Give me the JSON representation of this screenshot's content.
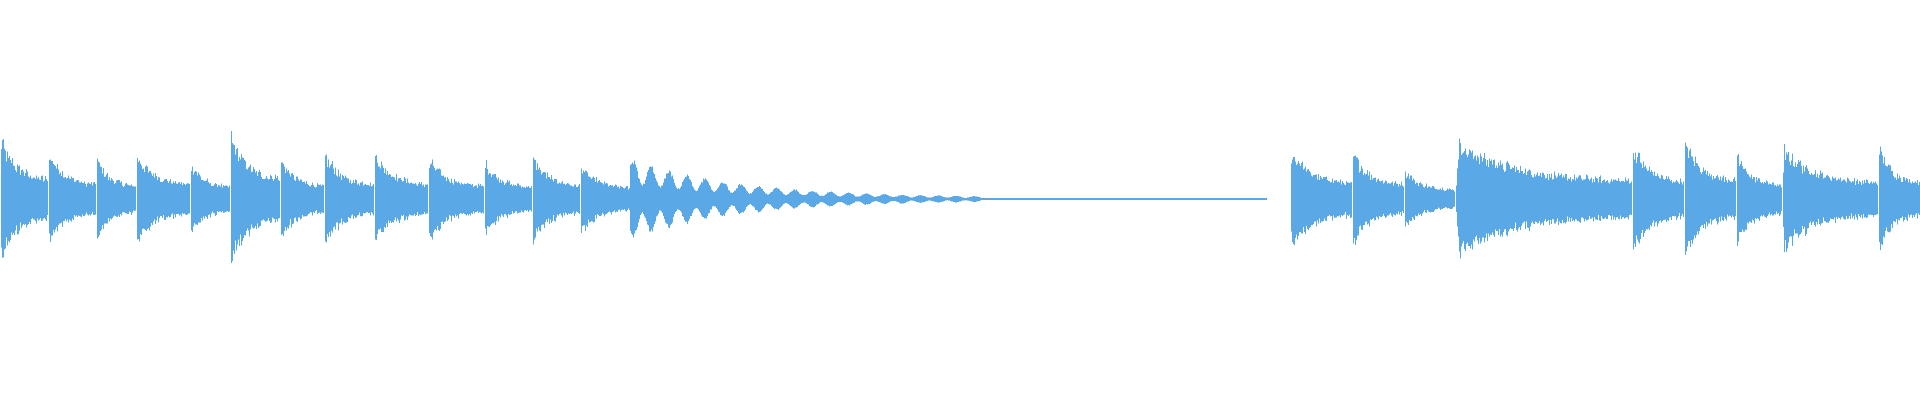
{
  "waveform": {
    "color": "#5aa9e6",
    "background": "#ffffff",
    "duration_ratio_note": "",
    "segments": [
      {
        "kind": "hit",
        "start": 0.0,
        "end": 0.025,
        "peak": 0.36,
        "decay": 0.6
      },
      {
        "kind": "hit",
        "start": 0.025,
        "end": 0.05,
        "peak": 0.27,
        "decay": 0.5
      },
      {
        "kind": "hit",
        "start": 0.05,
        "end": 0.071,
        "peak": 0.24,
        "decay": 0.6
      },
      {
        "kind": "hit",
        "start": 0.071,
        "end": 0.099,
        "peak": 0.27,
        "decay": 0.5
      },
      {
        "kind": "hit",
        "start": 0.099,
        "end": 0.12,
        "peak": 0.22,
        "decay": 0.5
      },
      {
        "kind": "hit",
        "start": 0.12,
        "end": 0.146,
        "peak": 0.38,
        "decay": 0.5
      },
      {
        "kind": "hit",
        "start": 0.146,
        "end": 0.169,
        "peak": 0.24,
        "decay": 0.5
      },
      {
        "kind": "hit",
        "start": 0.169,
        "end": 0.195,
        "peak": 0.27,
        "decay": 0.5
      },
      {
        "kind": "hit",
        "start": 0.195,
        "end": 0.223,
        "peak": 0.27,
        "decay": 0.5
      },
      {
        "kind": "hit",
        "start": 0.223,
        "end": 0.252,
        "peak": 0.24,
        "decay": 0.5
      },
      {
        "kind": "hit",
        "start": 0.252,
        "end": 0.277,
        "peak": 0.22,
        "decay": 0.5
      },
      {
        "kind": "hit",
        "start": 0.277,
        "end": 0.302,
        "peak": 0.25,
        "decay": 0.5
      },
      {
        "kind": "hit",
        "start": 0.302,
        "end": 0.328,
        "peak": 0.2,
        "decay": 0.5
      },
      {
        "kind": "tail",
        "start": 0.328,
        "end": 0.66,
        "peak": 0.2,
        "decay": 0.3
      },
      {
        "kind": "hit",
        "start": 0.672,
        "end": 0.704,
        "peak": 0.3,
        "decay": 0.6
      },
      {
        "kind": "hit",
        "start": 0.704,
        "end": 0.731,
        "peak": 0.27,
        "decay": 0.5
      },
      {
        "kind": "hit",
        "start": 0.731,
        "end": 0.758,
        "peak": 0.17,
        "decay": 0.5
      },
      {
        "kind": "hit",
        "start": 0.758,
        "end": 0.85,
        "peak": 0.34,
        "decay": 0.5
      },
      {
        "kind": "hit",
        "start": 0.85,
        "end": 0.877,
        "peak": 0.32,
        "decay": 0.5
      },
      {
        "kind": "hit",
        "start": 0.877,
        "end": 0.904,
        "peak": 0.34,
        "decay": 0.5
      },
      {
        "kind": "hit",
        "start": 0.904,
        "end": 0.928,
        "peak": 0.26,
        "decay": 0.5
      },
      {
        "kind": "hit",
        "start": 0.928,
        "end": 0.978,
        "peak": 0.3,
        "decay": 0.5
      },
      {
        "kind": "hit",
        "start": 0.978,
        "end": 1.0,
        "peak": 0.31,
        "decay": 0.5
      }
    ]
  }
}
